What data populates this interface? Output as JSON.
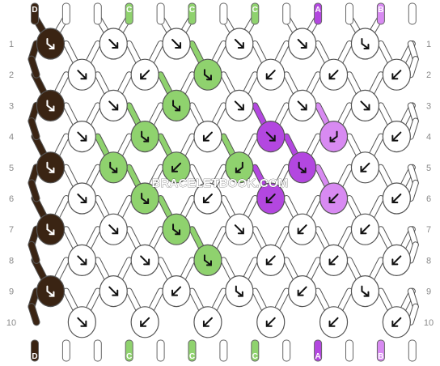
{
  "watermark": "BRACELETBOOK.COM",
  "colors": {
    "D": "#3a2413",
    "E": "#ffffff",
    "C": "#8fd26e",
    "A": "#b347e0",
    "B": "#d88af2"
  },
  "strands_top": [
    "D",
    "E",
    "E",
    "C",
    "E",
    "C",
    "E",
    "C",
    "E",
    "A",
    "E",
    "B",
    "E"
  ],
  "strands_bottom": [
    "D",
    "E",
    "E",
    "C",
    "E",
    "C",
    "E",
    "C",
    "E",
    "A",
    "E",
    "B",
    "E"
  ],
  "row_labels": [
    "1",
    "2",
    "3",
    "4",
    "5",
    "6",
    "7",
    "8",
    "9",
    "10"
  ],
  "knot_rows": [
    [
      {
        "c": "D",
        "k": "bf"
      },
      {
        "c": "E",
        "k": "f"
      },
      {
        "c": "E",
        "k": "f"
      },
      {
        "c": "E",
        "k": "f"
      },
      {
        "c": "E",
        "k": "f"
      },
      {
        "c": "E",
        "k": "bf"
      }
    ],
    [
      {
        "c": "E",
        "k": "f"
      },
      {
        "c": "E",
        "k": "b"
      },
      {
        "c": "C",
        "k": "bf"
      },
      {
        "c": "E",
        "k": "b"
      },
      {
        "c": "E",
        "k": "b"
      },
      {
        "c": "E",
        "k": "b"
      }
    ],
    [
      {
        "c": "D",
        "k": "bf"
      },
      {
        "c": "E",
        "k": "f"
      },
      {
        "c": "C",
        "k": "bf"
      },
      {
        "c": "E",
        "k": "f"
      },
      {
        "c": "E",
        "k": "f"
      },
      {
        "c": "E",
        "k": "f"
      }
    ],
    [
      {
        "c": "E",
        "k": "f"
      },
      {
        "c": "C",
        "k": "bf"
      },
      {
        "c": "E",
        "k": "b"
      },
      {
        "c": "A",
        "k": "f"
      },
      {
        "c": "B",
        "k": "fb"
      },
      {
        "c": "E",
        "k": "b"
      }
    ],
    [
      {
        "c": "D",
        "k": "bf"
      },
      {
        "c": "C",
        "k": "bf"
      },
      {
        "c": "C",
        "k": "b"
      },
      {
        "c": "C",
        "k": "fb"
      },
      {
        "c": "A",
        "k": "bf"
      },
      {
        "c": "E",
        "k": "b"
      }
    ],
    [
      {
        "c": "E",
        "k": "f"
      },
      {
        "c": "C",
        "k": "bf"
      },
      {
        "c": "E",
        "k": "b"
      },
      {
        "c": "A",
        "k": "b"
      },
      {
        "c": "B",
        "k": "b"
      },
      {
        "c": "E",
        "k": "b"
      }
    ],
    [
      {
        "c": "D",
        "k": "bf"
      },
      {
        "c": "E",
        "k": "f"
      },
      {
        "c": "C",
        "k": "bf"
      },
      {
        "c": "E",
        "k": "f"
      },
      {
        "c": "E",
        "k": "b"
      },
      {
        "c": "E",
        "k": "b"
      }
    ],
    [
      {
        "c": "E",
        "k": "f"
      },
      {
        "c": "E",
        "k": "f"
      },
      {
        "c": "C",
        "k": "bf"
      },
      {
        "c": "E",
        "k": "b"
      },
      {
        "c": "E",
        "k": "b"
      },
      {
        "c": "E",
        "k": "b"
      }
    ],
    [
      {
        "c": "D",
        "k": "bf"
      },
      {
        "c": "E",
        "k": "f"
      },
      {
        "c": "E",
        "k": "b"
      },
      {
        "c": "E",
        "k": "bf"
      },
      {
        "c": "E",
        "k": "b"
      },
      {
        "c": "E",
        "k": "bf"
      }
    ],
    [
      {
        "c": "E",
        "k": "f"
      },
      {
        "c": "E",
        "k": "b"
      },
      {
        "c": "E",
        "k": "b"
      },
      {
        "c": "E",
        "k": "b"
      },
      {
        "c": "E",
        "k": "b"
      },
      {
        "c": "E",
        "k": "b"
      }
    ]
  ]
}
